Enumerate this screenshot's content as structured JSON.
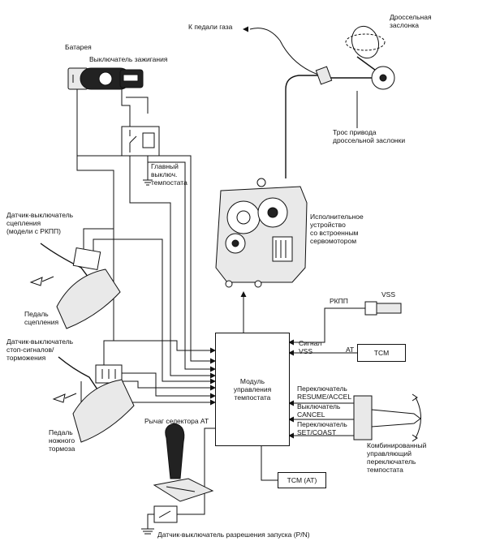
{
  "labels": {
    "to_gas_pedal": "К педали газа",
    "throttle_valve": "Дроссельная\nзаслонка",
    "battery": "Батарея",
    "ignition_switch": "Выключатель зажигания",
    "throttle_cable": "Трос привода\nдроссельной заслонки",
    "main_switch": "Главный\nвыключ.\nтемпостата",
    "clutch_switch": "Датчик-выключатель\nсцепления\n(модели с РКПП)",
    "actuator": "Исполнительное\nустройство\nсо встроенным\nсервомотором",
    "mt": "РКПП",
    "vss": "VSS",
    "clutch_pedal": "Педаль\nсцепления",
    "vss_signal": "Сигнал\nVSS",
    "at": "AT",
    "stop_switch": "Датчик-выключатель\nстоп-сигналов/\nторможения",
    "resume_accel": "Переключатель\nRESUME/ACCEL",
    "cancel": "Выключатель\nCANCEL",
    "set_coast": "Переключатель\nSET/COAST",
    "brake_pedal": "Педаль\nножного\nтормоза",
    "at_selector": "Рычаг селектора AT",
    "combined_switch": "Комбинированный\nуправляющий\nпереключатель\nтемпостата",
    "start_switch": "Датчик-выключатель разрешения запуска (P/N)"
  },
  "boxes": {
    "module": "Модуль\nуправления\nтемпостата",
    "tcm": "TCM",
    "tcm_at": "TCM (AT)"
  }
}
